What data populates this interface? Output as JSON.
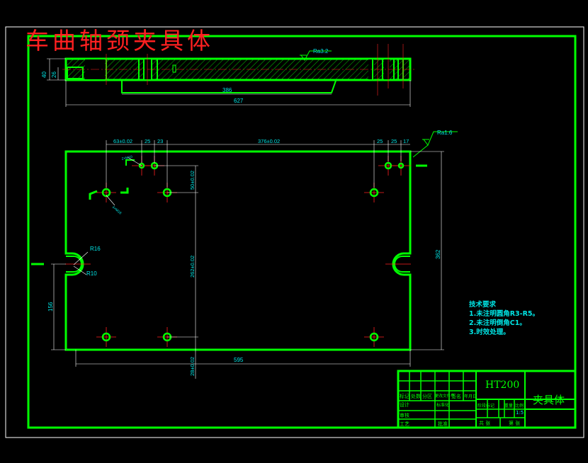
{
  "title": "车曲轴颈夹具体",
  "roughness": {
    "top": "Ra3.2",
    "right": "Ra1.6"
  },
  "dims": {
    "thickness_total": "40",
    "thickness_step": "26",
    "inner_length": "386",
    "overall_length": "627",
    "d1": "63±0.02",
    "d2": "25",
    "d3": "23",
    "d4": "376±0.02",
    "d5": "25",
    "d6": "25",
    "d7": "17",
    "vert1": "50±0.02",
    "vert2": "262±0.02",
    "vert3": "362",
    "vert4": "156",
    "vert5": "28±0.02",
    "bottom_len": "595",
    "r_big": "R16",
    "r_small": "R10",
    "small1": "2×M10",
    "small2": "4×M16"
  },
  "notes": {
    "heading": "技术要求",
    "items": [
      "1.未注明圆角R3-R5。",
      "2.未注明倒角C1。",
      "3.时效处理。"
    ]
  },
  "title_block": {
    "material": "HT200",
    "part_name": "夹具体",
    "scale": "1:5",
    "labels": {
      "c1": "标记",
      "c2": "处数",
      "c3": "分区",
      "c4": "更改文件号",
      "c5": "签名",
      "c6": "年月日",
      "design": "设计",
      "std": "标准化",
      "review": "审核",
      "process": "工艺",
      "approve": "批准",
      "stage": "阶段标记",
      "weight": "重量",
      "ratio": "比例",
      "total": "共 张",
      "sheet": "第 张"
    }
  }
}
